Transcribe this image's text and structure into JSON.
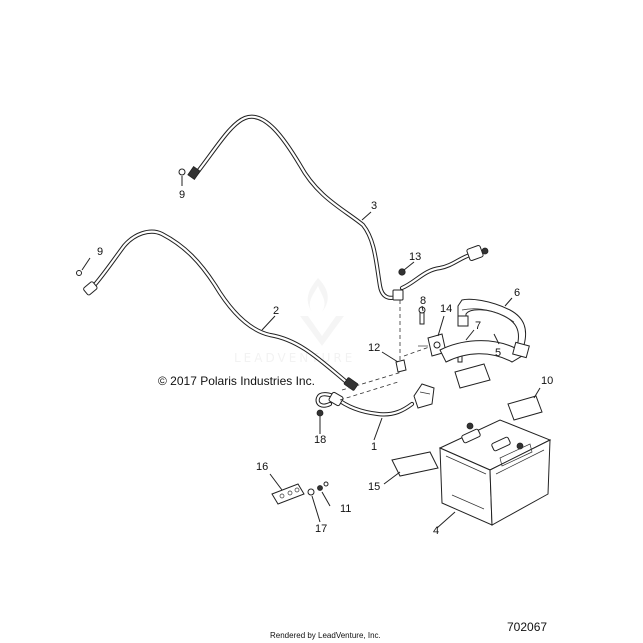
{
  "diagram": {
    "callouts": [
      "1",
      "2",
      "3",
      "4",
      "5",
      "6",
      "7",
      "8",
      "9",
      "9",
      "10",
      "11",
      "12",
      "13",
      "14",
      "15",
      "16",
      "17",
      "18"
    ],
    "copyright": "© 2017 Polaris Industries Inc.",
    "diagram_id": "702067",
    "credit": "Rendered by LeadVenture, Inc.",
    "watermark": "LEADVENTURE"
  }
}
